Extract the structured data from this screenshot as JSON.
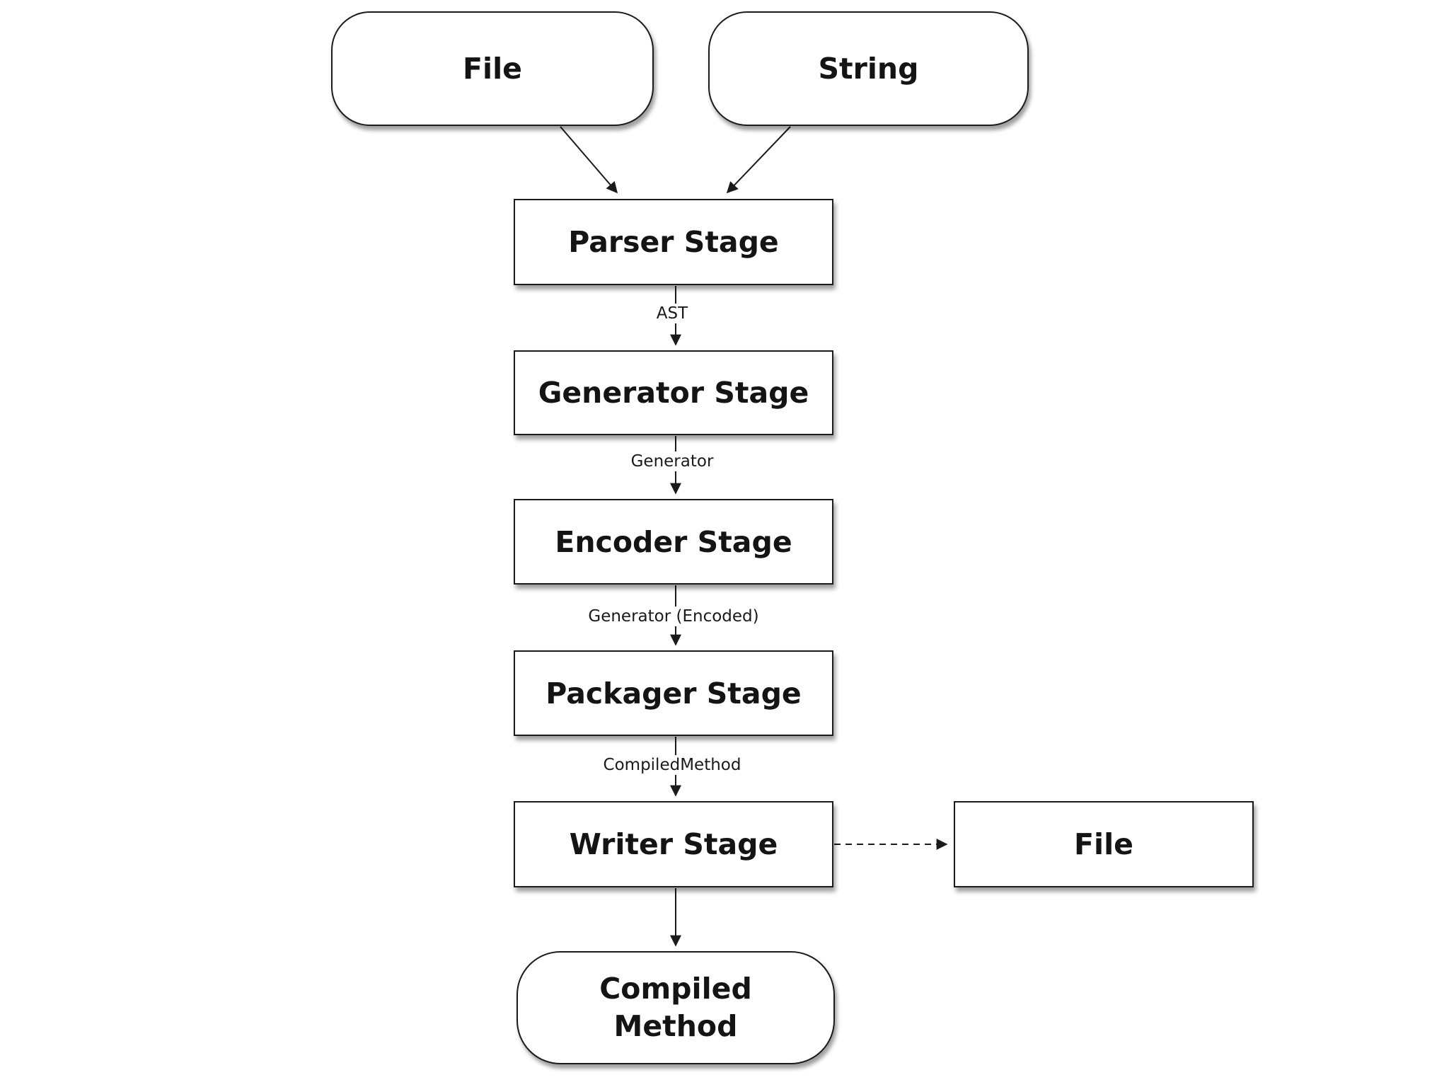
{
  "diagram": {
    "type": "flowchart",
    "background": "#ffffff",
    "colors": {
      "node_fill": "#ffffff",
      "node_border": "#1b1b1b",
      "text": "#141414",
      "shadow": "rgba(0,0,0,0.38)"
    },
    "nodes": {
      "file_input": {
        "label": "File",
        "shape": "rounded"
      },
      "string_input": {
        "label": "String",
        "shape": "rounded"
      },
      "parser": {
        "label": "Parser Stage",
        "shape": "rect"
      },
      "generator": {
        "label": "Generator Stage",
        "shape": "rect"
      },
      "encoder": {
        "label": "Encoder Stage",
        "shape": "rect"
      },
      "packager": {
        "label": "Packager Stage",
        "shape": "rect"
      },
      "writer": {
        "label": "Writer Stage",
        "shape": "rect"
      },
      "file_output": {
        "label": "File",
        "shape": "rect"
      },
      "compiled_method": {
        "label": "Compiled Method",
        "shape": "rounded"
      }
    },
    "edges": [
      {
        "from": "File",
        "to": "Parser Stage",
        "label": "",
        "style": "solid"
      },
      {
        "from": "String",
        "to": "Parser Stage",
        "label": "",
        "style": "solid"
      },
      {
        "from": "Parser Stage",
        "to": "Generator Stage",
        "label": "AST",
        "style": "solid"
      },
      {
        "from": "Generator Stage",
        "to": "Encoder Stage",
        "label": "Generator",
        "style": "solid"
      },
      {
        "from": "Encoder Stage",
        "to": "Packager Stage",
        "label": "Generator (Encoded)",
        "style": "solid"
      },
      {
        "from": "Packager Stage",
        "to": "Writer Stage",
        "label": "CompiledMethod",
        "style": "solid"
      },
      {
        "from": "Writer Stage",
        "to": "File",
        "label": "",
        "style": "dashed"
      },
      {
        "from": "Writer Stage",
        "to": "Compiled Method",
        "label": "",
        "style": "solid"
      }
    ]
  }
}
